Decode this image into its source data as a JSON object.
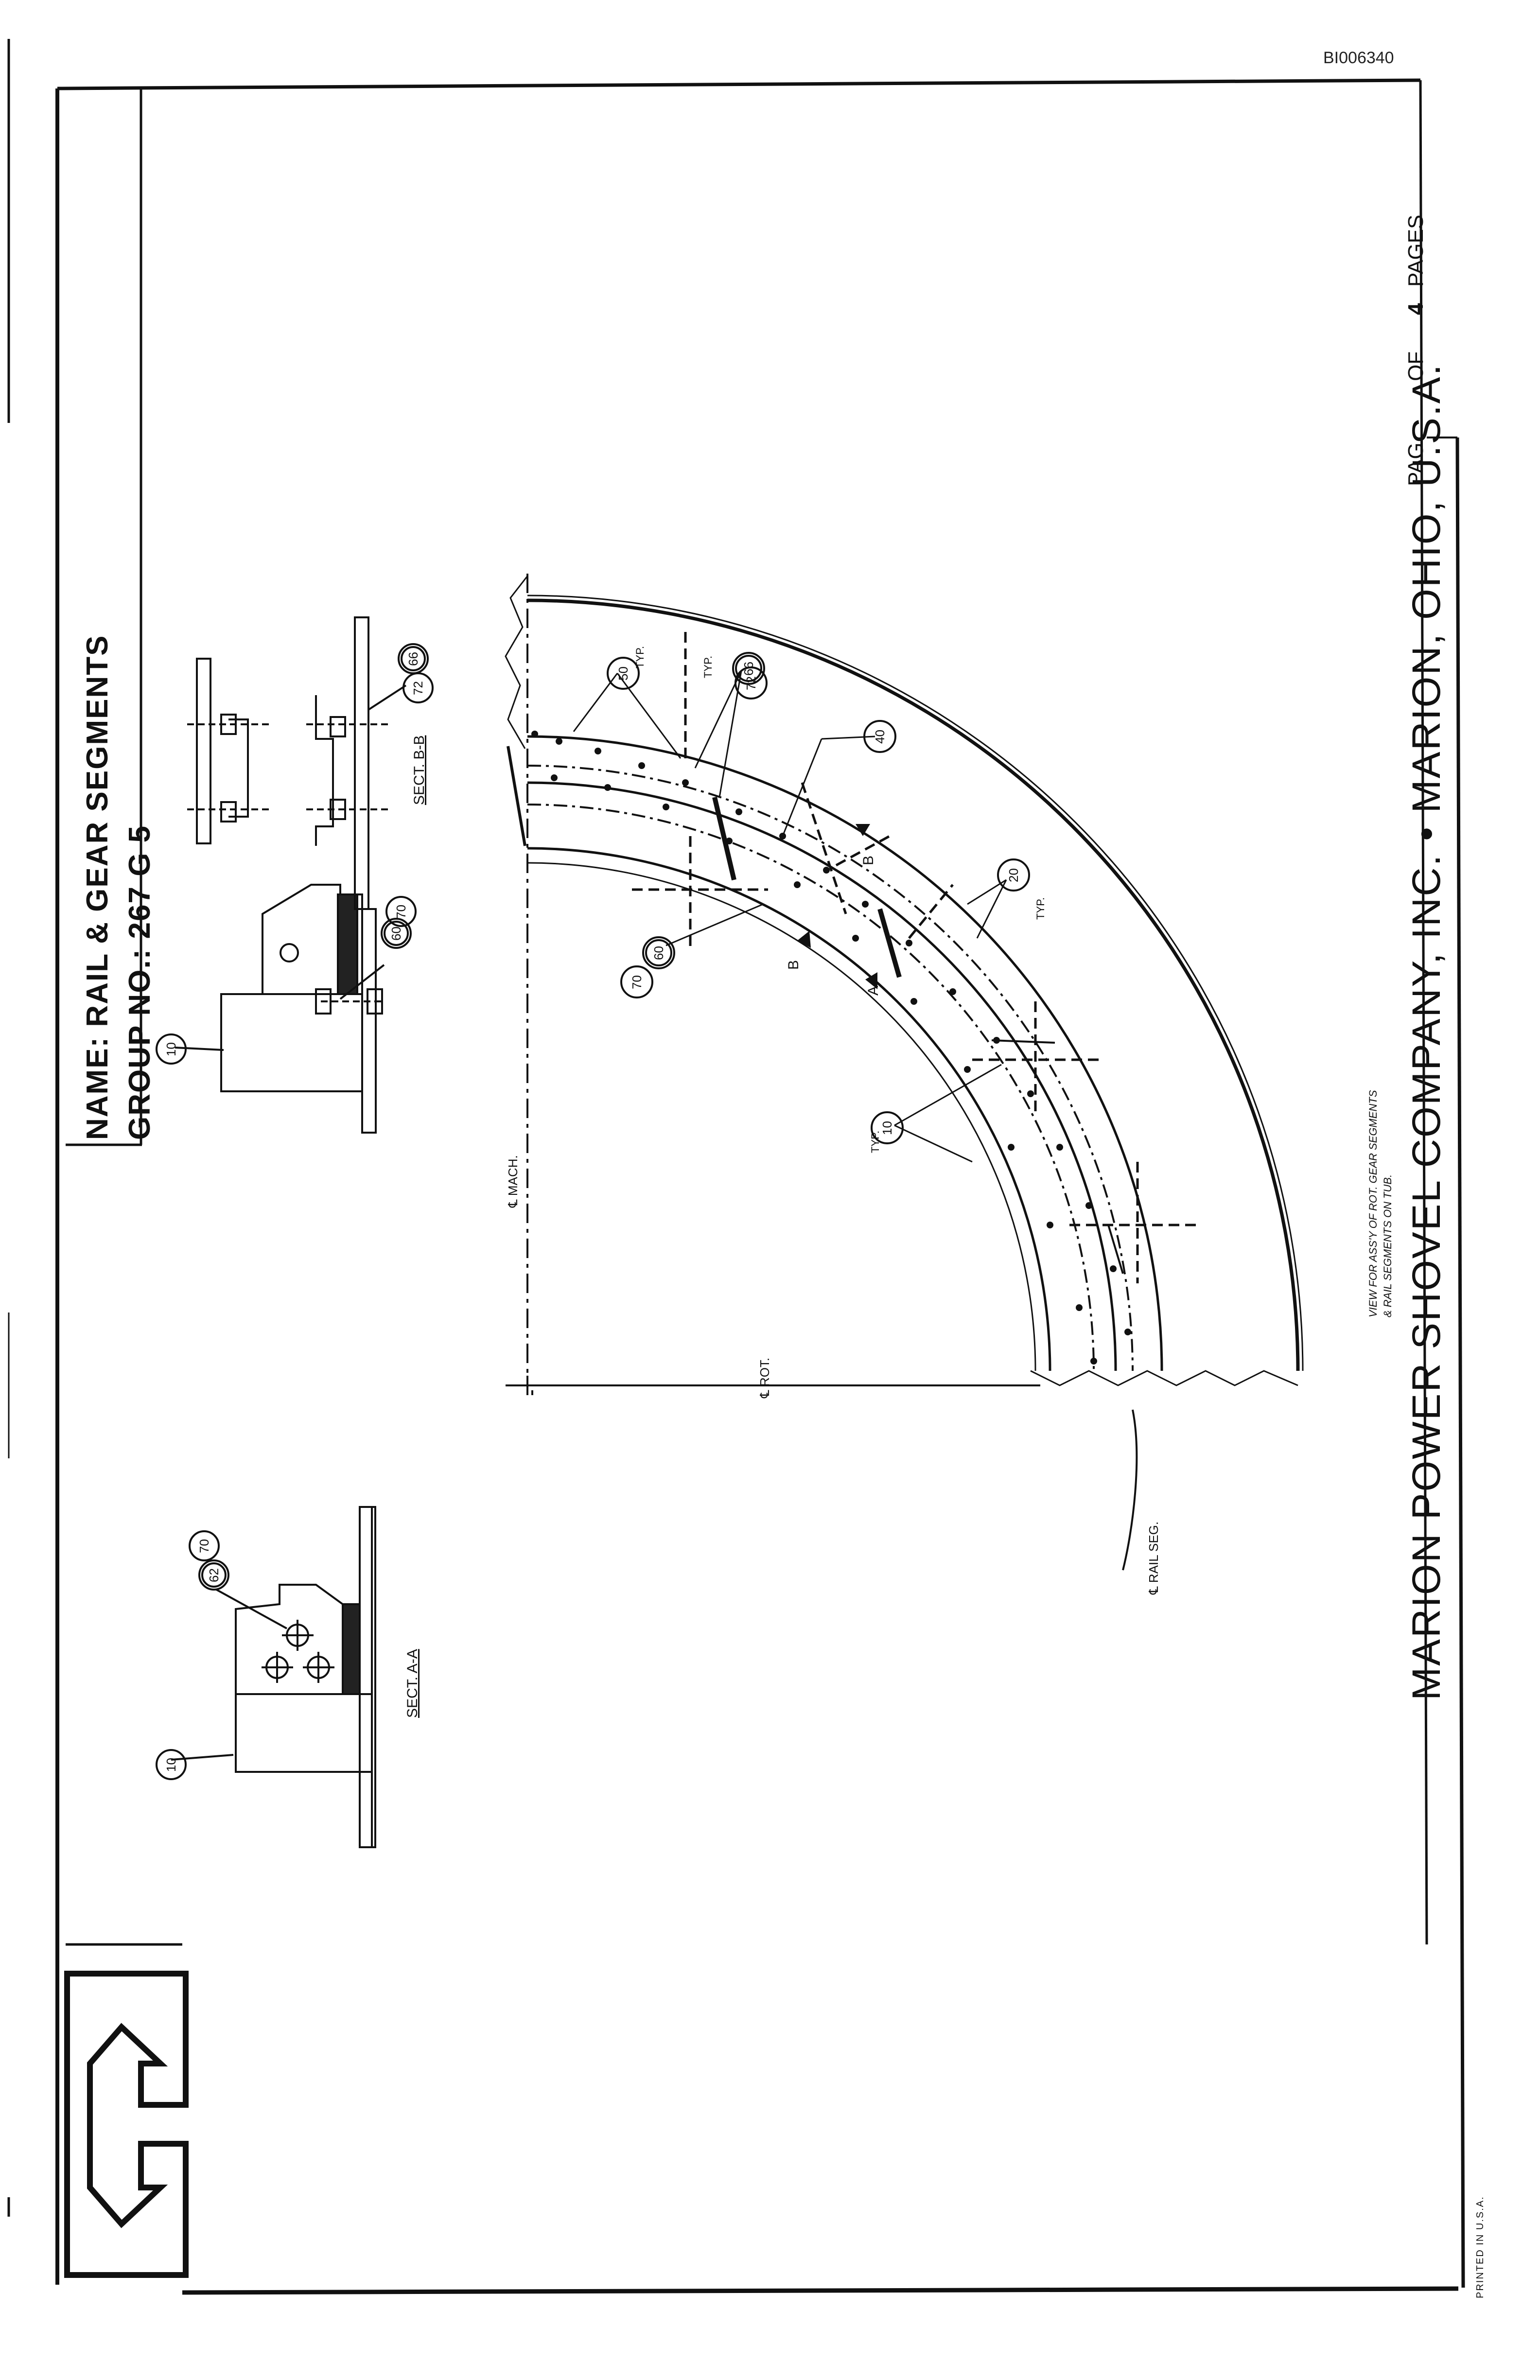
{
  "document": {
    "id": "BI006340",
    "title_name": "NAME:  RAIL & GEAR SEGMENTS",
    "title_group": "GROUP NO.: 267 G 5",
    "company": "MARION POWER SHOVEL COMPANY, INC. • MARION, OHIO, U.S.A.",
    "page_word": "PAG",
    "of_word": "OF",
    "page_total": "4",
    "pages_word": "PAGES",
    "printed": "PRINTED IN U.S.A."
  },
  "views": {
    "section_aa": "SECT. A-A",
    "section_bb": "SECT. B-B",
    "note_line1": "VIEW FOR ASS'Y OF ROT. GEAR SEGMENTS",
    "note_line2": "& RAIL SEGMENTS ON TUB."
  },
  "centerlines": {
    "mach": "℄ MACH.",
    "rot": "℄ ROT.",
    "rail": "℄ RAIL SEG."
  },
  "markers": {
    "typ": "TYP.",
    "b": "B",
    "a": "A"
  },
  "balloons": {
    "b10": "10",
    "b20": "20",
    "b40": "40",
    "b50": "50",
    "b60": "60",
    "b62": "62",
    "b66": "66",
    "b70": "70",
    "b72": "72"
  }
}
